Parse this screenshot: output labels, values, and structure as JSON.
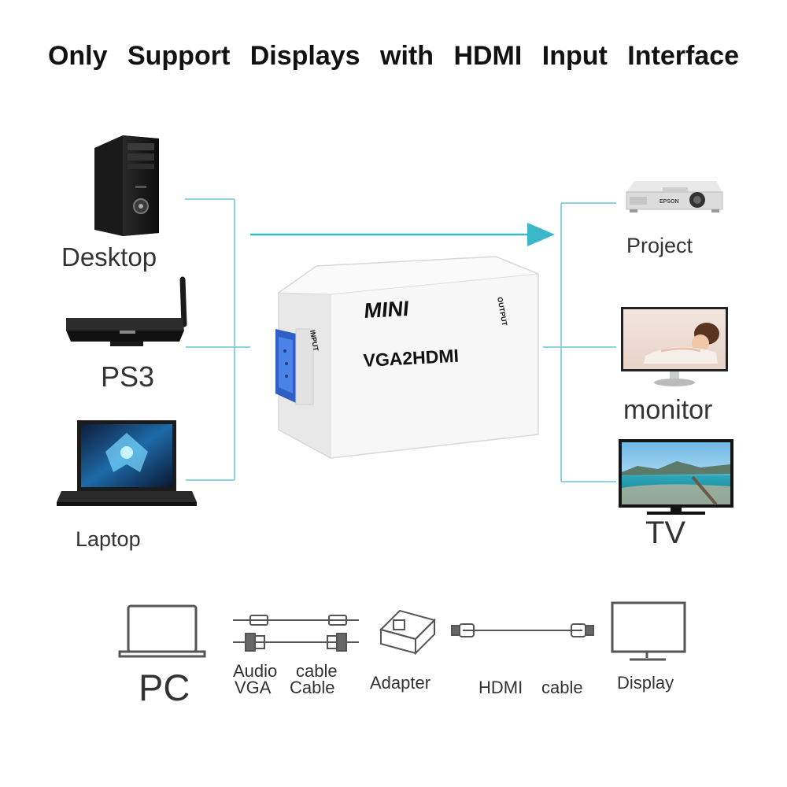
{
  "title": "Only Support Displays with HDMI Input Interface",
  "sources": {
    "desktop": "Desktop",
    "ps3": "PS3",
    "laptop": "Laptop"
  },
  "displays": {
    "project": "Project",
    "monitor": "monitor",
    "tv": "TV"
  },
  "adapter_box": {
    "brand": "MINI",
    "model": "VGA2HDMI",
    "input_label": "INPUT",
    "output_label": "OUTPUT"
  },
  "bottom_chain": {
    "pc": "PC",
    "audio": "Audio",
    "audio_cable": "cable",
    "vga": "VGA",
    "vga_cable": "Cable",
    "adapter": "Adapter",
    "hdmi": "HDMI",
    "hdmi_cable": "cable",
    "display": "Display"
  },
  "device_marks": {
    "projector_brand": "EPSON"
  },
  "colors": {
    "connector_line": "#7fcfe0",
    "arrow": "#3ab7c8",
    "box": "#f4f4f4",
    "vga_port": "#3a6fd8"
  },
  "icons": [
    "desktop-tower-icon",
    "ps3-console-icon",
    "laptop-icon",
    "projector-icon",
    "monitor-icon",
    "tv-icon",
    "pc-laptop-icon",
    "cable-icon",
    "adapter-icon",
    "hdmi-cable-icon",
    "display-icon"
  ]
}
